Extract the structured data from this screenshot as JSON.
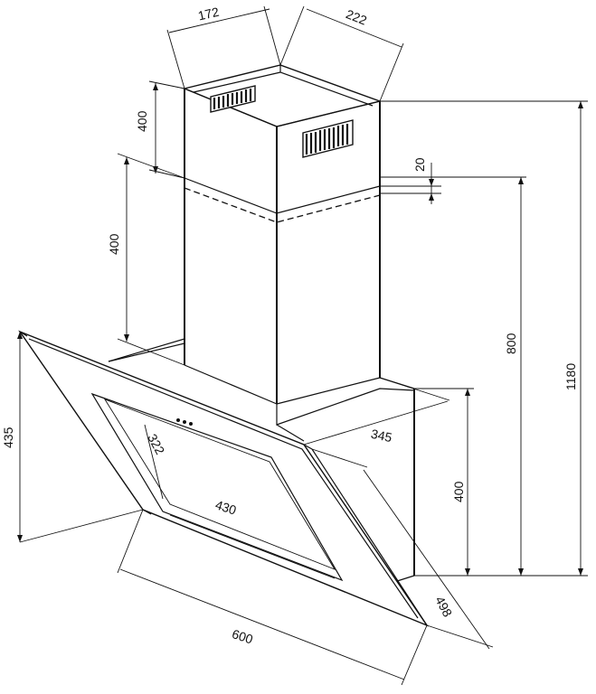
{
  "diagram": {
    "dimensions": {
      "chimney_width": "172",
      "chimney_depth": "222",
      "upper_chimney_height": "400",
      "lower_chimney_height": "400",
      "overlap": "20",
      "body_height_800": "800",
      "total_height": "1180",
      "panel_height": "435",
      "window_height": "322",
      "window_width": "430",
      "base_depth": "345",
      "base_height": "400",
      "panel_width": "600",
      "panel_depth": "498"
    }
  }
}
